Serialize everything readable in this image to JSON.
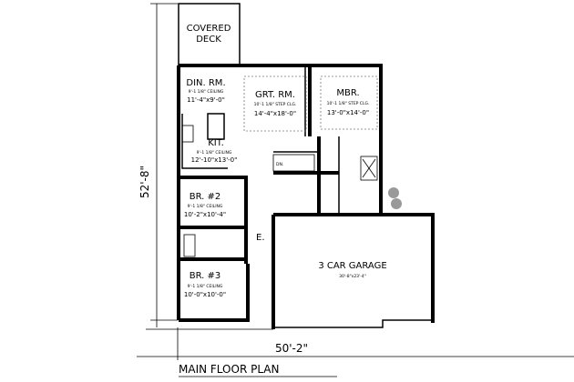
{
  "plan": {
    "title": "MAIN FLOOR PLAN",
    "overall_width": "50'-2\"",
    "overall_depth": "52'-8\"",
    "rooms": {
      "covered_deck": {
        "line1": "COVERED",
        "line2": "DECK"
      },
      "dining": {
        "name": "DIN. RM.",
        "ceiling": "9'-1 1/8\" CEILING",
        "size": "11'-4\"x9'-0\""
      },
      "great_room": {
        "name": "GRT. RM.",
        "ceiling": "10'-1 1/8\" STEP CLG.",
        "size": "14'-4\"x18'-0\""
      },
      "master": {
        "name": "MBR.",
        "ceiling": "10'-1 1/8\" STEP CLG.",
        "size": "13'-0\"x14'-0\""
      },
      "kitchen": {
        "name": "KIT.",
        "ceiling": "9'-1 1/8\" CEILING",
        "size": "12'-10\"x13'-0\""
      },
      "bedroom2": {
        "name": "BR. #2",
        "ceiling": "9'-1 1/8\" CEILING",
        "size": "10'-2\"x10'-4\""
      },
      "bedroom3": {
        "name": "BR. #3",
        "ceiling": "9'-1 1/8\" CEILING",
        "size": "10'-0\"x10'-0\""
      },
      "entry": {
        "name": "E."
      },
      "garage": {
        "name": "3 CAR GARAGE",
        "size": "30'-8\"x23'-4\""
      },
      "stair": {
        "label": "DN."
      }
    }
  }
}
